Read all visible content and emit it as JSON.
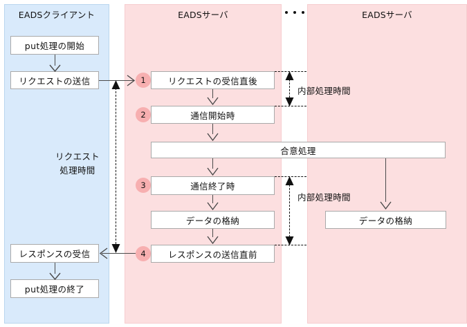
{
  "lanes": [
    {
      "id": "client",
      "title": "EADSクライアント"
    },
    {
      "id": "server1",
      "title": "EADSサーバ"
    },
    {
      "id": "server2",
      "title": "EADSサーバ"
    }
  ],
  "ellipsis": "• • •",
  "client_steps": [
    {
      "id": "put-start",
      "label": "put処理の開始"
    },
    {
      "id": "send-request",
      "label": "リクエストの送信"
    },
    {
      "id": "receive-response",
      "label": "レスポンスの受信"
    },
    {
      "id": "put-end",
      "label": "put処理の終了"
    }
  ],
  "server1_steps": [
    {
      "num": "1",
      "id": "request-received",
      "label": "リクエストの受信直後"
    },
    {
      "num": "2",
      "id": "communication-start",
      "label": "通信開始時"
    },
    {
      "num": "",
      "id": "consensus",
      "label": "合意処理"
    },
    {
      "num": "3",
      "id": "communication-end",
      "label": "通信終了時"
    },
    {
      "num": "",
      "id": "store-data",
      "label": "データの格納"
    },
    {
      "num": "4",
      "id": "before-response-send",
      "label": "レスポンスの送信直前"
    }
  ],
  "server2_steps": [
    {
      "id": "store-data-2",
      "label": "データの格納"
    }
  ],
  "annotations": {
    "internal_time_1": "内部処理時間",
    "internal_time_2": "内部処理時間",
    "request_time_line1": "リクエスト",
    "request_time_line2": "処理時間"
  },
  "colors": {
    "client_lane": "#d9eafb",
    "server_lane": "#fcdfe0",
    "step_circle": "#f7afb0",
    "box_border": "#a9a9a9",
    "line": "#4a4a4a",
    "text": "#111111"
  }
}
